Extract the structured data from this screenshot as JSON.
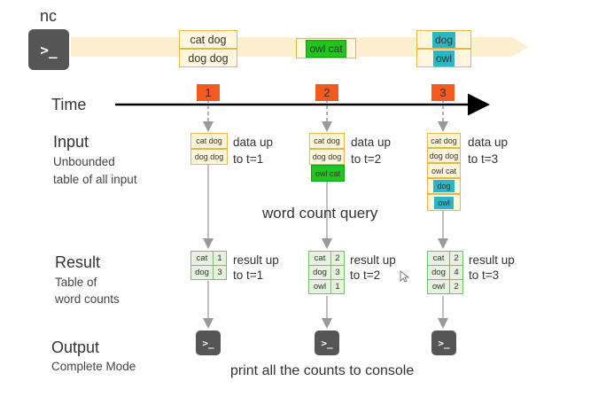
{
  "source": {
    "label": "nc",
    "terminal_icon": "terminal-icon"
  },
  "stream": {
    "t1": [
      "cat dog",
      "dog dog"
    ],
    "t2": [
      "owl cat"
    ],
    "t3": [
      "dog",
      "owl"
    ]
  },
  "time": {
    "label": "Time",
    "ticks": [
      "1",
      "2",
      "3"
    ]
  },
  "input": {
    "title": "Input",
    "subtitle_1": "Unbounded",
    "subtitle_2": "table of all input",
    "t1": {
      "rows": [
        "cat dog",
        "dog dog"
      ],
      "note_1": "data up",
      "note_2": "to t=1"
    },
    "t2": {
      "rows": [
        "cat dog",
        "dog dog",
        "owl cat"
      ],
      "note_1": "data up",
      "note_2": "to t=2"
    },
    "t3": {
      "rows": [
        "cat dog",
        "dog dog",
        "owl cat",
        "dog",
        "owl"
      ],
      "note_1": "data up",
      "note_2": "to t=3"
    }
  },
  "query_label": "word count query",
  "result": {
    "title": "Result",
    "subtitle_1": "Table of",
    "subtitle_2": "word counts",
    "t1": {
      "rows": [
        [
          "cat",
          "1"
        ],
        [
          "dog",
          "3"
        ]
      ],
      "note_1": "result up",
      "note_2": "to t=1"
    },
    "t2": {
      "rows": [
        [
          "cat",
          "2"
        ],
        [
          "dog",
          "3"
        ],
        [
          "owl",
          "1"
        ]
      ],
      "note_1": "result up",
      "note_2": "to t=2"
    },
    "t3": {
      "rows": [
        [
          "cat",
          "2"
        ],
        [
          "dog",
          "4"
        ],
        [
          "owl",
          "2"
        ]
      ],
      "note_1": "result up",
      "note_2": "to t=3"
    }
  },
  "output": {
    "title": "Output",
    "subtitle": "Complete Mode",
    "caption": "print all the counts to console"
  },
  "colors": {
    "band": "#fcefcf",
    "card_border": "#e8b743",
    "new_data_green": "#22c41e",
    "new_data_cyan": "#2bb6c6",
    "time_marker": "#f25a1e",
    "result_fill": "#e4f2de",
    "result_border": "#7bbd6f",
    "terminal": "#555555"
  }
}
